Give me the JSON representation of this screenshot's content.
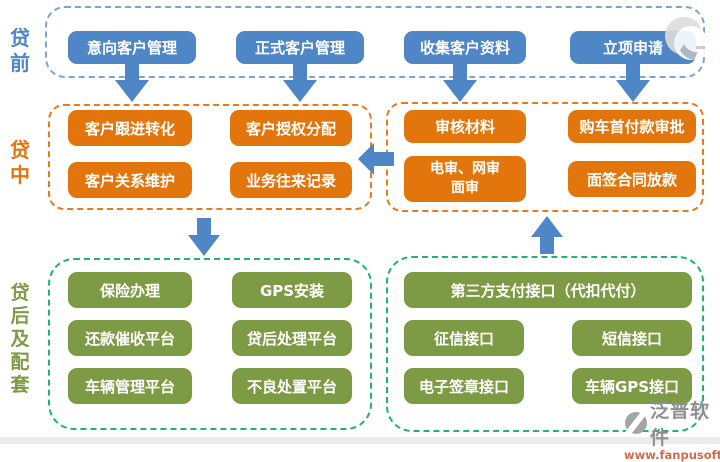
{
  "sections": {
    "pre": {
      "label": "贷前",
      "items": [
        "意向客户管理",
        "正式客户管理",
        "收集客户资料",
        "立项申请"
      ]
    },
    "mid": {
      "label": "贷中",
      "left_items": [
        "客户跟进转化",
        "客户授权分配",
        "客户关系维护",
        "业务往来记录"
      ],
      "right_items": [
        "审核材料",
        "购车首付款审批",
        "电审、网审\n面审",
        "面签合同放款"
      ]
    },
    "post": {
      "label": "贷后及配套",
      "left_items": [
        "保险办理",
        "GPS安装",
        "还款催收平台",
        "贷后处理平台",
        "车辆管理平台",
        "不良处置平台"
      ],
      "right_wide_item": "第三方支付接口（代扣代付）",
      "right_items": [
        "征信接口",
        "短信接口",
        "电子签章接口",
        "车辆GPS接口"
      ]
    }
  },
  "watermark": {
    "brand": "泛普软件",
    "url": "www.fanpusoft.com"
  },
  "colors": {
    "node_blue": "#4e86c6",
    "node_orange": "#e2750c",
    "node_green": "#7d9b45",
    "dash_blue": "#7aa4d8",
    "dash_orange": "#e87a1c",
    "dash_green": "#1eb573",
    "arrow": "#4e86c6",
    "watermark_gray": "#8f8f8f",
    "watermark_url": "#ce6b4e"
  }
}
